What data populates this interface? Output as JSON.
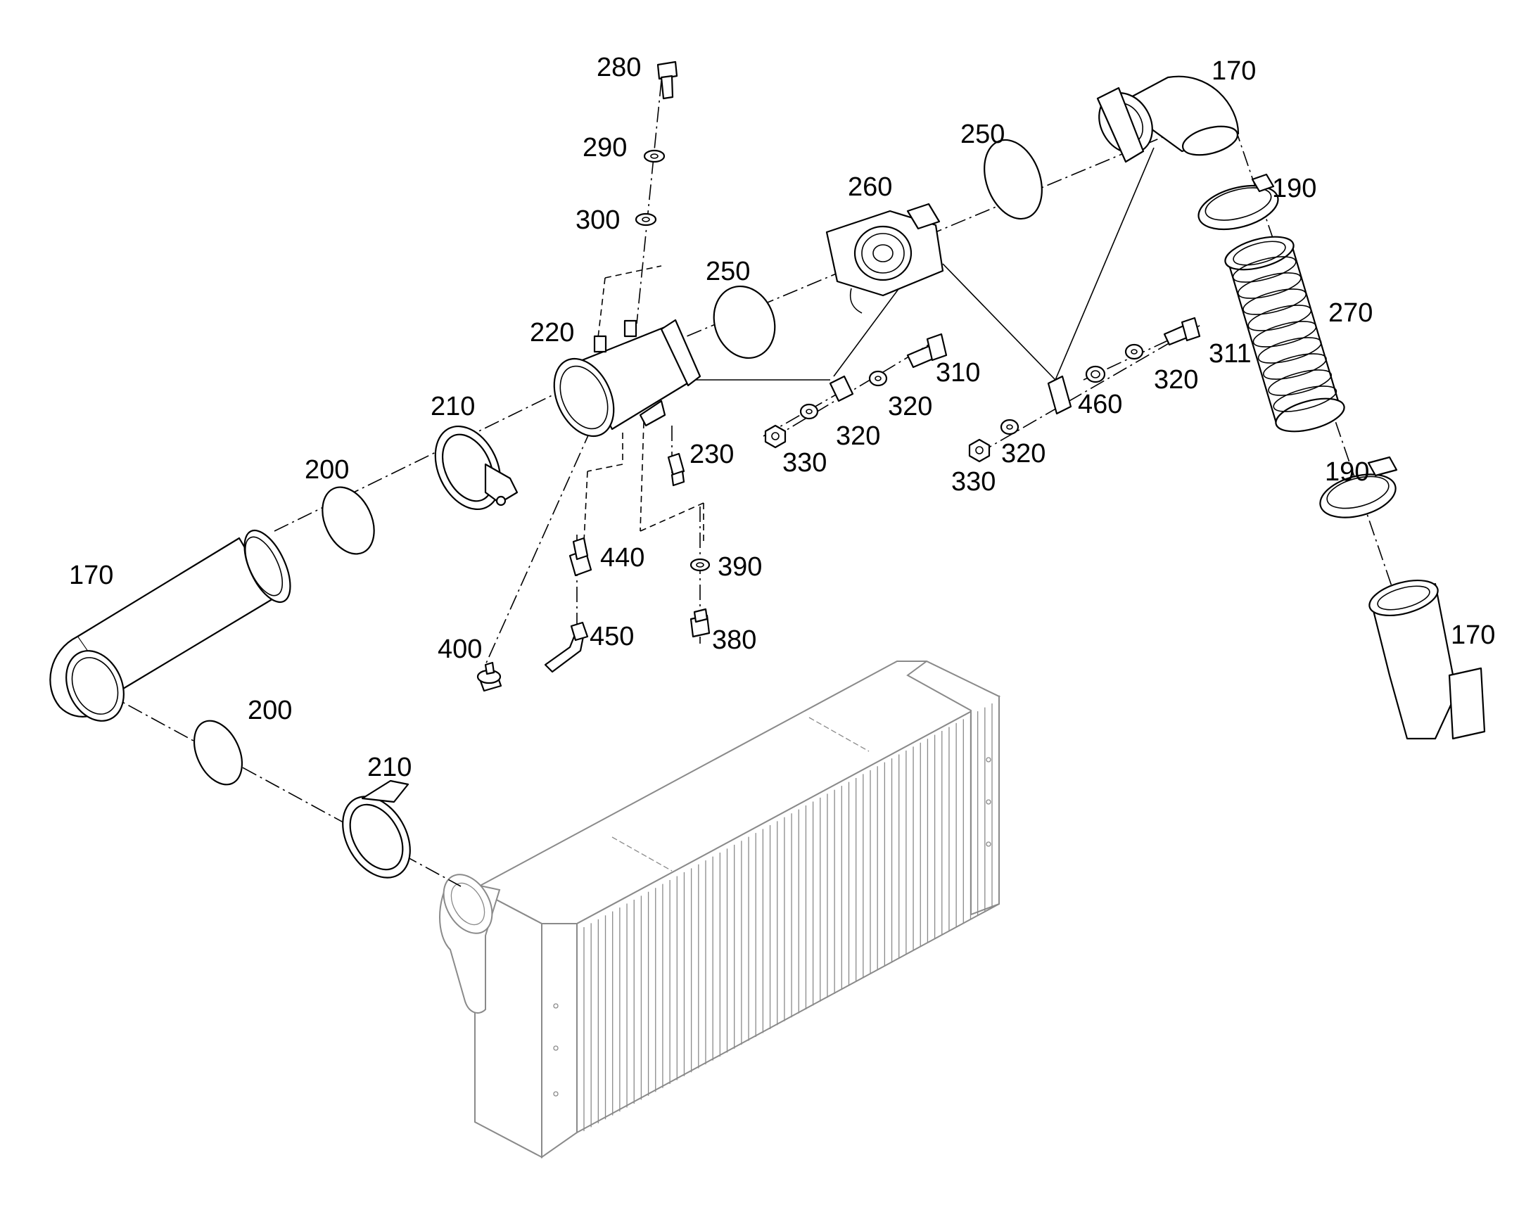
{
  "callouts": {
    "c280": "280",
    "c290": "290",
    "c300": "300",
    "c220": "220",
    "c210_upper": "210",
    "c200_upper": "200",
    "c170_left": "170",
    "c250_left": "250",
    "c260": "260",
    "c250_right": "250",
    "c170_top": "170",
    "c190_upper": "190",
    "c270": "270",
    "c311": "311",
    "c320_a": "320",
    "c460": "460",
    "c310": "310",
    "c320_b": "320",
    "c320_c": "320",
    "c330_left": "330",
    "c230": "230",
    "c320_d": "320",
    "c330_right": "330",
    "c190_lower": "190",
    "c440": "440",
    "c390": "390",
    "c450": "450",
    "c380": "380",
    "c400": "400",
    "c170_right": "170",
    "c200_lower": "200",
    "c210_lower": "210"
  },
  "colors": {
    "line": "#000000",
    "intercooler": "#8a8a8a",
    "background": "#ffffff"
  }
}
